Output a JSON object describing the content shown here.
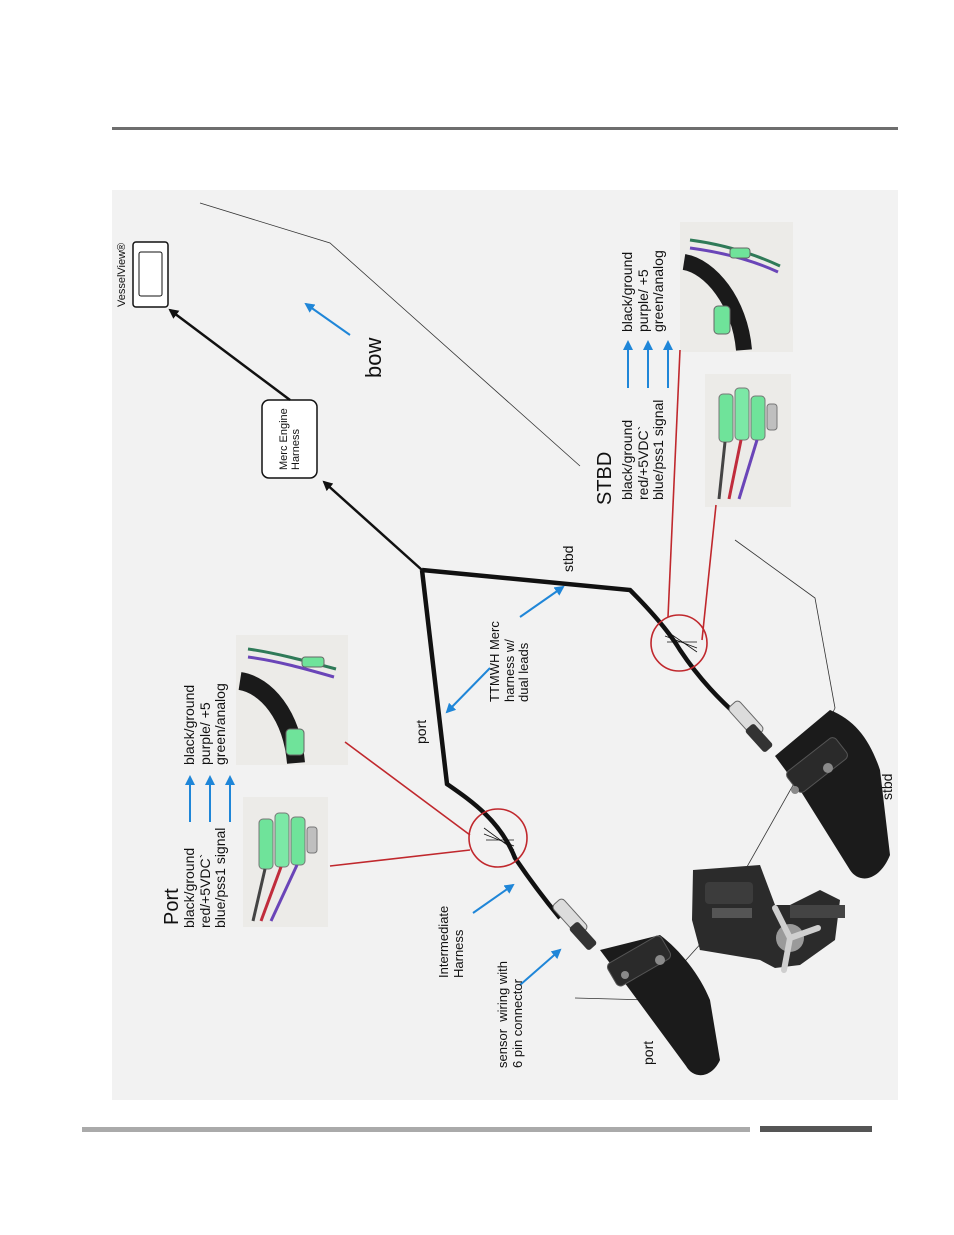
{
  "labels": {
    "vesselview": "VesselView®",
    "bow": "bow",
    "merc_engine_harness": "Merc Engine\nHarness",
    "stbd_title": "STBD",
    "stbd_left_list": "black/ground\nred/+5VDC`\nblue/pss1 signal",
    "stbd_right_list": "black/ground\npurple/ +5\ngreen/analog",
    "stbd_wire": "stbd",
    "port_wire": "port",
    "ttmwh": "TTMWH Merc\nharness w/\ndual leads",
    "port_title": "Port",
    "port_left_list": "black/ground\nred/+5VDC`\nblue/pss1 signal",
    "port_right_list": "black/ground\npurple/ +5\ngreen/analog",
    "intermediate": "Intermediate\nHarness",
    "sensor_wiring": "sensor  wiring with\n6 pin connector",
    "port_transducer": "port",
    "stbd_transducer": "stbd"
  },
  "colors": {
    "callout_red": "#c0282d",
    "arrow_blue": "#1f86d8",
    "harness_black": "#111111",
    "connector_green": "#6fe39a"
  }
}
